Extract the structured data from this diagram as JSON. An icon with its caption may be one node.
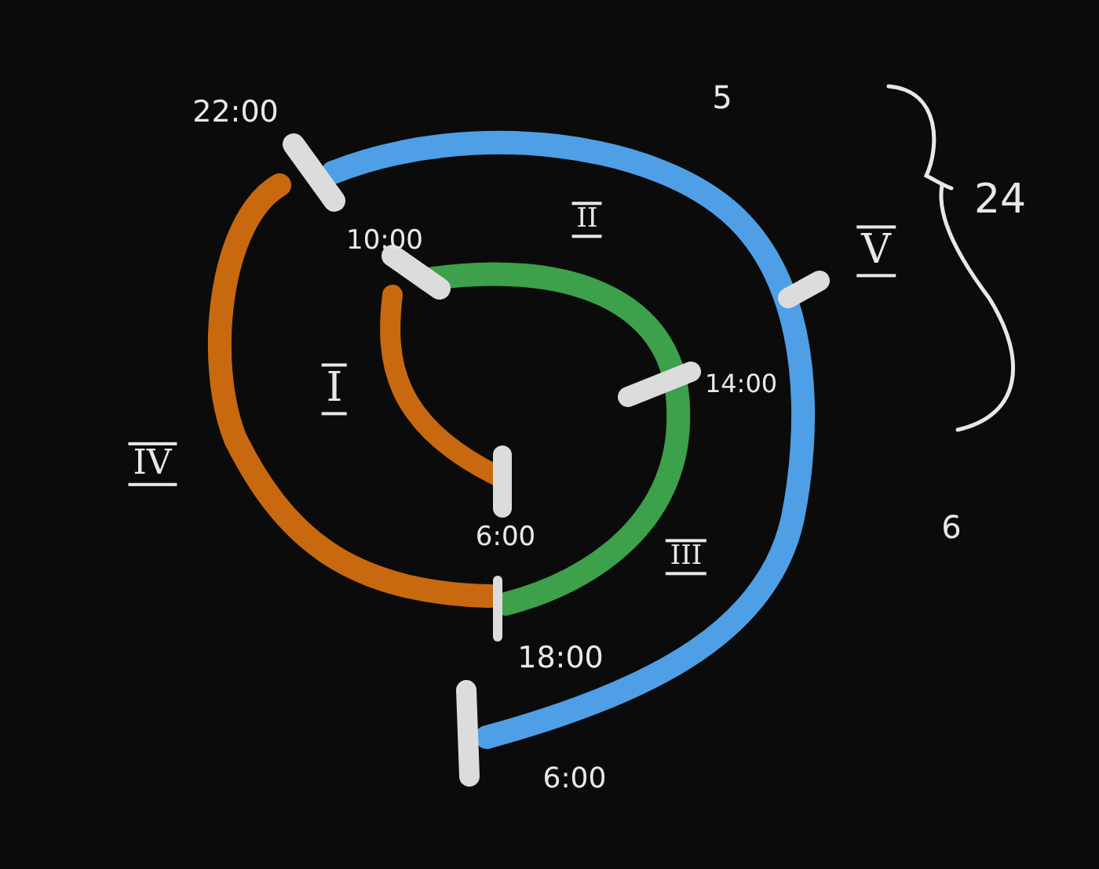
{
  "diagram": {
    "labels": [
      "22:00",
      "5",
      "10:00",
      "II",
      "V",
      "24",
      "I",
      "14:00",
      "IV",
      "6:00",
      "III",
      "6",
      "18:00",
      "6:00"
    ]
  }
}
